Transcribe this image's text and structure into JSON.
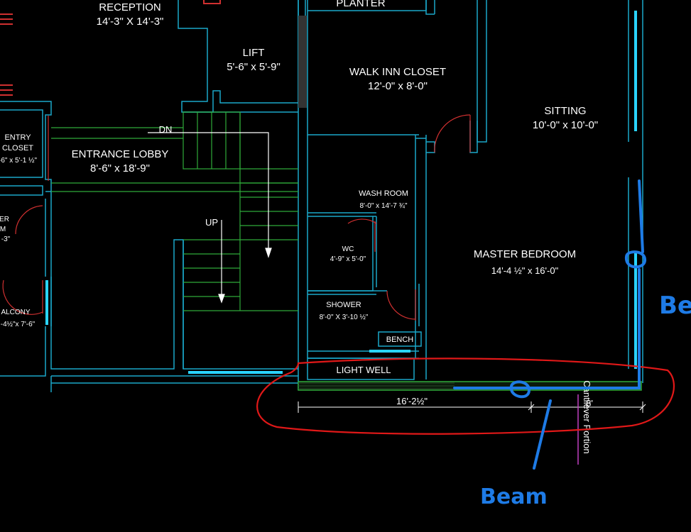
{
  "rooms": {
    "reception": {
      "name": "RECEPTION",
      "size": "14'-3\" X 14'-3\""
    },
    "planter": {
      "name": "PLANTER"
    },
    "lift": {
      "name": "LIFT",
      "size": "5'-6\" x 5'-9\""
    },
    "walk_inn_closet": {
      "name": "WALK INN CLOSET",
      "size": "12'-0\" x 8'-0\""
    },
    "sitting": {
      "name": "SITTING",
      "size": "10'-0\" x 10'-0\""
    },
    "entry_closet": {
      "name_line1": "ENTRY",
      "name_line2": "CLOSET",
      "size": "-6\" x 5'-1 ½\""
    },
    "entrance_lobby": {
      "name": "ENTRANCE LOBBY",
      "size": "8'-6\" x 18'-9\""
    },
    "wash_room": {
      "name": "WASH ROOM",
      "size": "8'-0\" x 14'-7 ¾\""
    },
    "wc": {
      "name": "WC",
      "size": "4'-9\" x 5'-0\""
    },
    "master_bedroom": {
      "name": "MASTER BEDROOM",
      "size": "14'-4 ½\" x 16'-0\""
    },
    "shower": {
      "name": "SHOWER",
      "size": "8'-0\" X 3'-10 ½\""
    },
    "bench": {
      "name": "BENCH"
    },
    "light_well": {
      "name": "LIGHT WELL"
    },
    "balcony": {
      "name": "ALCONY",
      "size": "-4½\"x 7'-6\""
    },
    "partial_room": {
      "line1": "ER",
      "line2": "M",
      "line3": "-3\""
    }
  },
  "stairs": {
    "down": "DN",
    "up": "UP"
  },
  "dimensions": {
    "span_main": "16'-2½\"",
    "span_cantilever": "8'"
  },
  "annotations": {
    "cantilever": "Cantilever Portion",
    "beam_bottom": "Beam",
    "beam_right": "Be"
  },
  "colors": {
    "wall": "#1aa7c9",
    "door": "#d03030",
    "stair_green": "#2faa3a",
    "markup_red": "#e01818",
    "markup_blue": "#1e7be6",
    "cantilever_line": "#c040c0",
    "glazing": "#2ad4ff"
  }
}
